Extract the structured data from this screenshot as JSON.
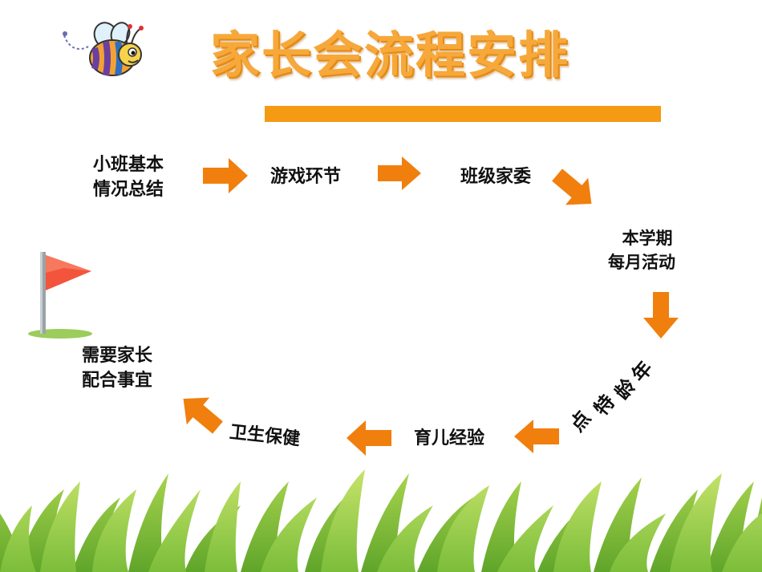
{
  "title": "家长会流程安排",
  "steps": [
    {
      "line1": "小班基本",
      "line2": "情况总结"
    },
    {
      "line1": "游戏环节"
    },
    {
      "line1": "班级家委"
    },
    {
      "line1": "本学期",
      "line2": "每月活动"
    },
    {
      "chars": [
        "年",
        "龄",
        "特",
        "点"
      ]
    },
    {
      "line1": "育儿经验"
    },
    {
      "line1": "卫生保健"
    },
    {
      "line1": "需要家长",
      "line2": "配合事宜"
    }
  ],
  "colors": {
    "title": "#F7A83B",
    "accent": "#F59A13",
    "arrow": "#F07F0E",
    "flag": "#F2553C",
    "grass": "#8DC63F"
  },
  "icons": [
    "bee-icon",
    "flag-icon",
    "grass-decoration"
  ]
}
